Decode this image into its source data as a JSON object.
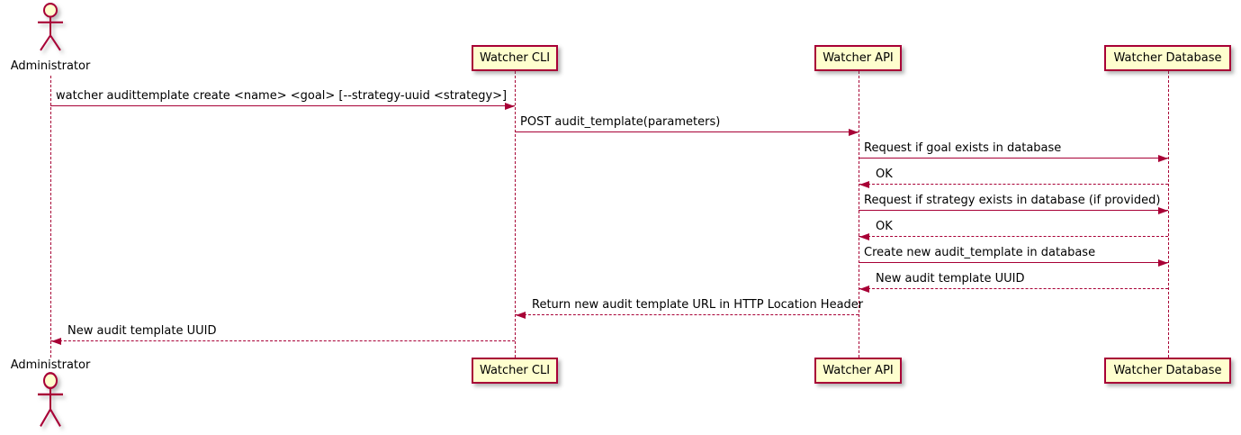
{
  "diagram": {
    "type": "sequence",
    "actor": {
      "name": "Administrator"
    },
    "participants": [
      {
        "id": "cli",
        "label": "Watcher CLI"
      },
      {
        "id": "api",
        "label": "Watcher API"
      },
      {
        "id": "db",
        "label": "Watcher Database"
      }
    ],
    "messages": [
      {
        "from": "admin",
        "to": "cli",
        "line": "solid",
        "text": "watcher audittemplate create <name> <goal> [--strategy-uuid <strategy>]"
      },
      {
        "from": "cli",
        "to": "api",
        "line": "solid",
        "text": "POST audit_template(parameters)"
      },
      {
        "from": "api",
        "to": "db",
        "line": "solid",
        "text": "Request if goal exists in database"
      },
      {
        "from": "db",
        "to": "api",
        "line": "dashed",
        "text": "OK"
      },
      {
        "from": "api",
        "to": "db",
        "line": "solid",
        "text": "Request if strategy exists in database (if provided)"
      },
      {
        "from": "db",
        "to": "api",
        "line": "dashed",
        "text": "OK"
      },
      {
        "from": "api",
        "to": "db",
        "line": "solid",
        "text": "Create new audit_template in database"
      },
      {
        "from": "db",
        "to": "api",
        "line": "dashed",
        "text": "New audit template UUID"
      },
      {
        "from": "api",
        "to": "cli",
        "line": "dashed",
        "text": "Return new audit template URL in HTTP Location Header"
      },
      {
        "from": "cli",
        "to": "admin",
        "line": "dashed",
        "text": "New audit template UUID"
      }
    ],
    "colors": {
      "participant_fill": "#fefece",
      "border": "#a80036",
      "arrow": "#a80036",
      "text": "#000000"
    }
  }
}
